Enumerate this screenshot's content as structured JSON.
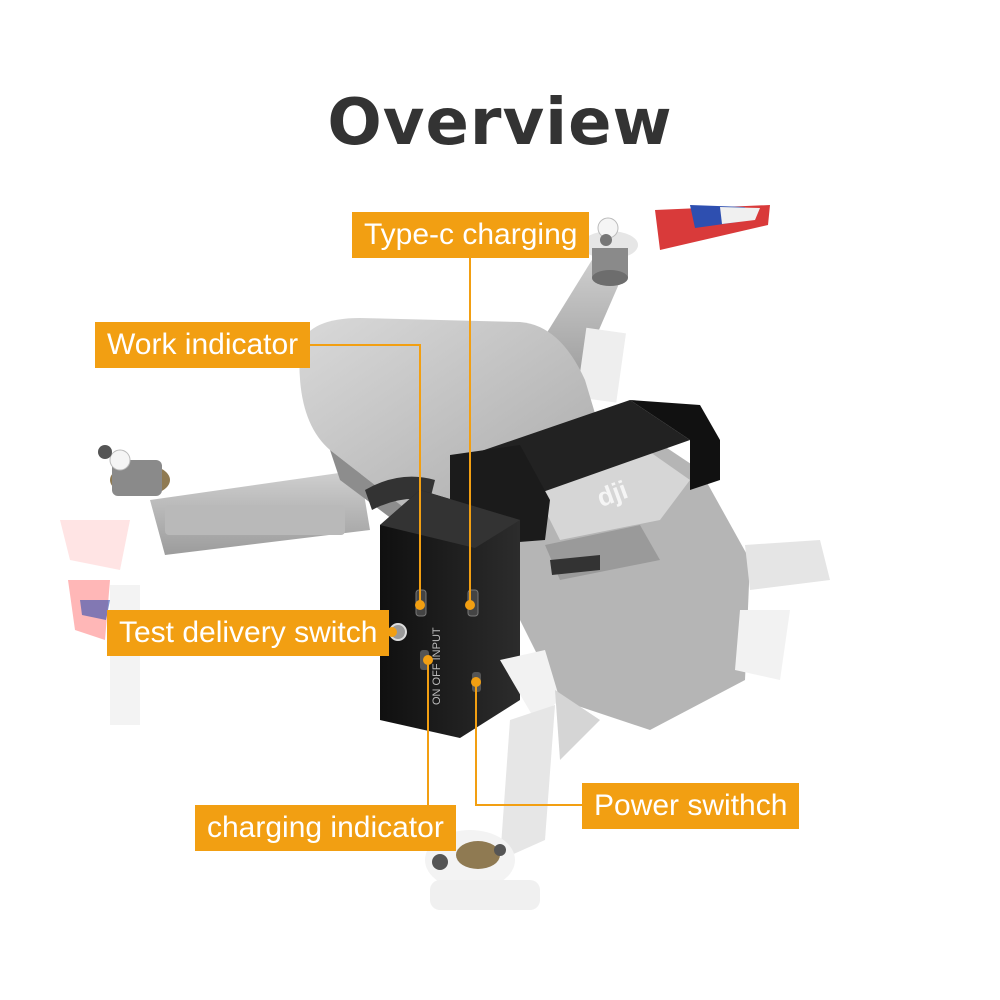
{
  "title": "Overview",
  "brand_logo": "dji",
  "switch_marks": "ON  OFF  INPUT",
  "colors": {
    "callout_bg": "#f29f12",
    "callout_text": "#ffffff",
    "leader_line": "#f29f12",
    "title_text": "#333333",
    "drone_body": "#c8c8c8",
    "payload_box": "#1a1a1a"
  },
  "callouts": {
    "type_c": "Type-c charging",
    "work": "Work indicator",
    "test": "Test delivery switch",
    "charging": "charging indicator",
    "power": "Power swithch"
  }
}
